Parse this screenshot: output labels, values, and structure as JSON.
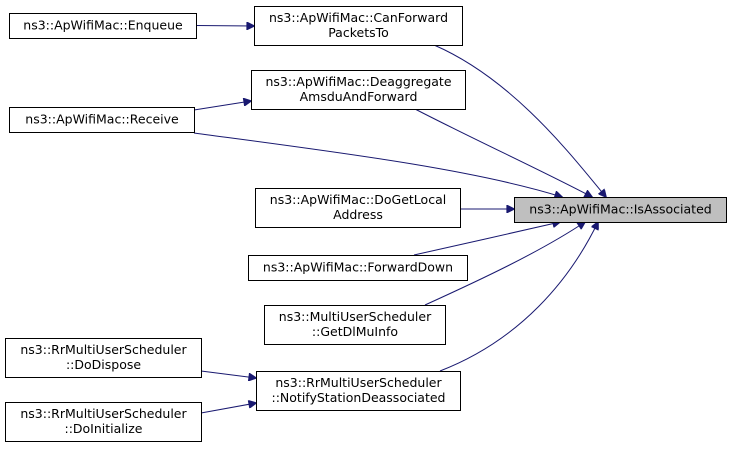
{
  "graph": {
    "nodes": [
      {
        "id": "target",
        "lines": [
          "ns3::ApWifiMac::IsAssociated"
        ],
        "highlighted": true
      },
      {
        "id": "enqueue",
        "lines": [
          "ns3::ApWifiMac::Enqueue"
        ]
      },
      {
        "id": "canforward",
        "lines": [
          "ns3::ApWifiMac::CanForward",
          "PacketsTo"
        ]
      },
      {
        "id": "deaggregate",
        "lines": [
          "ns3::ApWifiMac::Deaggregate",
          "AmsduAndForward"
        ]
      },
      {
        "id": "receive",
        "lines": [
          "ns3::ApWifiMac::Receive"
        ]
      },
      {
        "id": "dogetlocal",
        "lines": [
          "ns3::ApWifiMac::DoGetLocal",
          "Address"
        ]
      },
      {
        "id": "forwarddown",
        "lines": [
          "ns3::ApWifiMac::ForwardDown"
        ]
      },
      {
        "id": "getdlmuinfo",
        "lines": [
          "ns3::MultiUserScheduler",
          "::GetDlMuInfo"
        ]
      },
      {
        "id": "notifystation",
        "lines": [
          "ns3::RrMultiUserScheduler",
          "::NotifyStationDeassociated"
        ]
      },
      {
        "id": "dodispose",
        "lines": [
          "ns3::RrMultiUserScheduler",
          "::DoDispose"
        ]
      },
      {
        "id": "doinitialize",
        "lines": [
          "ns3::RrMultiUserScheduler",
          "::DoInitialize"
        ]
      }
    ],
    "edges": [
      {
        "from": "enqueue",
        "to": "canforward"
      },
      {
        "from": "canforward",
        "to": "target"
      },
      {
        "from": "deaggregate",
        "to": "target"
      },
      {
        "from": "receive",
        "to": "deaggregate"
      },
      {
        "from": "receive",
        "to": "target"
      },
      {
        "from": "dogetlocal",
        "to": "target"
      },
      {
        "from": "forwarddown",
        "to": "target"
      },
      {
        "from": "getdlmuinfo",
        "to": "target"
      },
      {
        "from": "notifystation",
        "to": "target"
      },
      {
        "from": "dodispose",
        "to": "notifystation"
      },
      {
        "from": "doinitialize",
        "to": "notifystation"
      }
    ],
    "colors": {
      "edge": "#191970",
      "target_fill": "#bfbfbf",
      "node_fill": "#ffffff",
      "node_border": "#000000"
    }
  }
}
